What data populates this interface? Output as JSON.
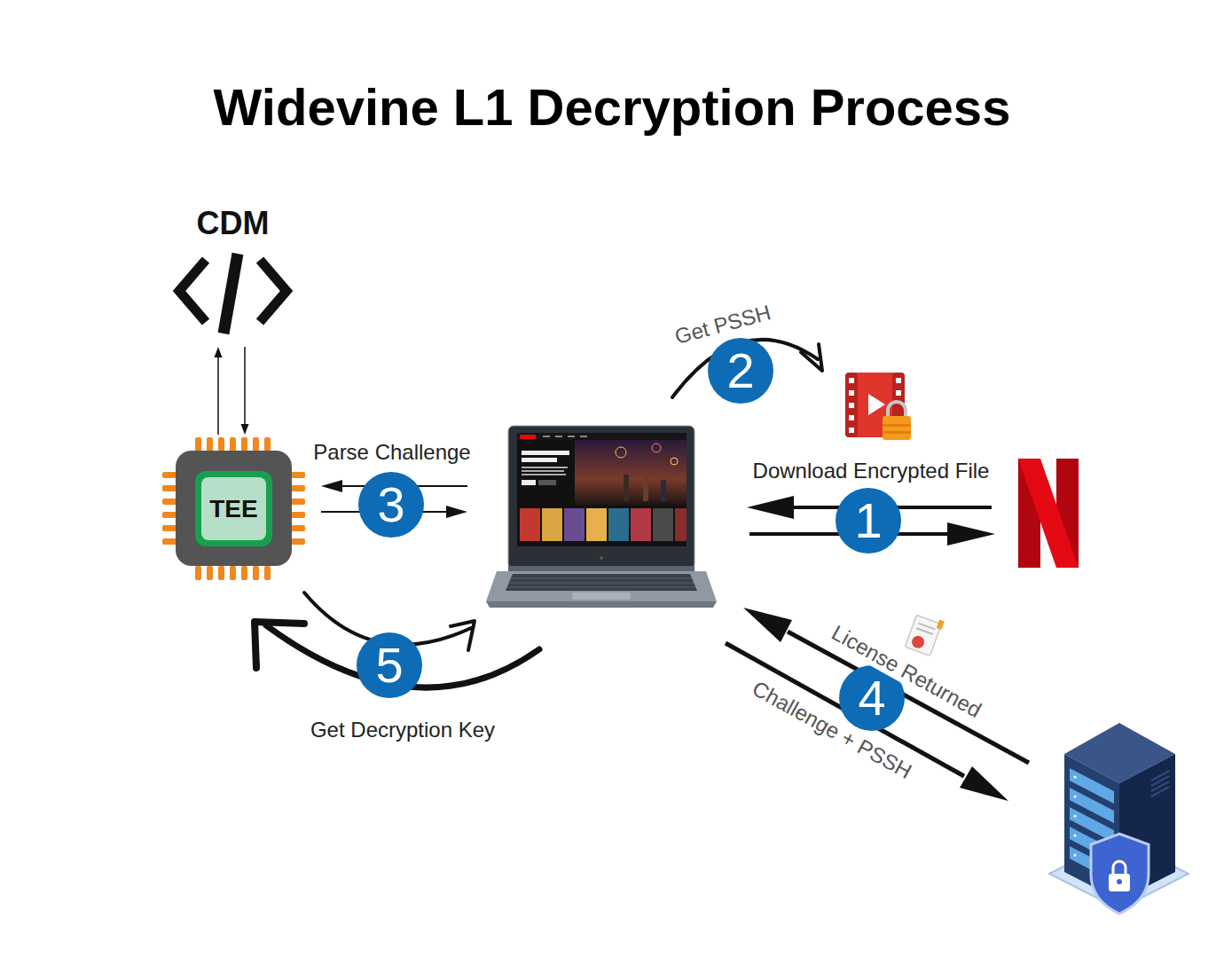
{
  "diagram": {
    "title": "Widevine L1 Decryption Process",
    "nodes": [
      {
        "text": [
          "CDM"
        ]
      },
      {
        "text": [
          "2"
        ]
      },
      {
        "text": [
          "TEE"
        ]
      },
      {
        "text": [
          "3"
        ]
      },
      {
        "text": [
          "1"
        ]
      },
      {
        "text": [
          "5"
        ]
      },
      {
        "text": [
          "4"
        ]
      }
    ],
    "edges": [
      {
        "from": 2,
        "to": 0,
        "arrow": "to"
      },
      {
        "from": 0,
        "to": 2,
        "arrow": "to"
      }
    ],
    "labels": [
      "Get PSSH",
      "Parse Challenge",
      "Download Encrypted File",
      "License Returned",
      "Challenge + PSSH",
      "Get Decryption Key"
    ]
  }
}
